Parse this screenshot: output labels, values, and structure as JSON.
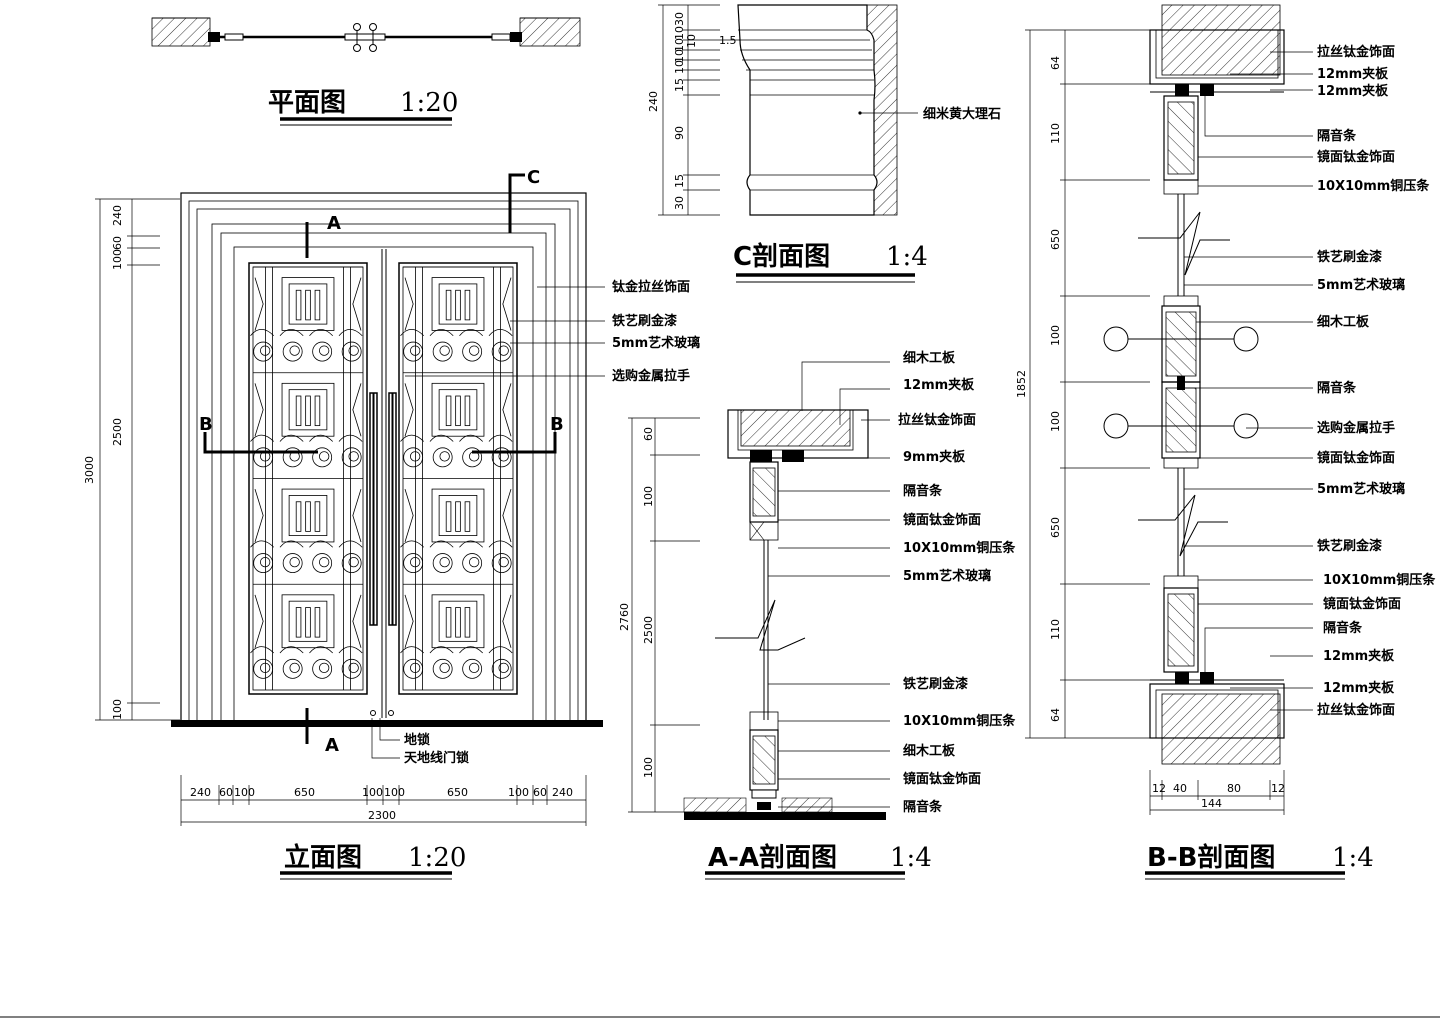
{
  "plan": {
    "title": "平面图",
    "scale": "1:20"
  },
  "elevation": {
    "title": "立面图",
    "scale": "1:20",
    "labels": [
      "钛金拉丝饰面",
      "铁艺刷金漆",
      "5mm艺术玻璃",
      "选购金属拉手",
      "地锁",
      "天地线门锁"
    ],
    "cut_marks": {
      "a": "A",
      "b": "B",
      "c": "C"
    },
    "dims_bottom": [
      "240",
      "60",
      "100",
      "650",
      "100",
      "100",
      "650",
      "100",
      "60",
      "240"
    ],
    "dim_total_width": "2300",
    "dims_left": [
      "240",
      "60",
      "100",
      "2500",
      "100"
    ],
    "dim_total_height": "3000"
  },
  "section_c": {
    "title": "C剖面图",
    "scale": "1:4",
    "labels": [
      "细米黄大理石"
    ],
    "dims": [
      "30",
      "10",
      "10",
      "10",
      "10",
      "10",
      "15",
      "90",
      "15",
      "30"
    ],
    "dim_small": "1.5",
    "dim_total": "240"
  },
  "section_aa": {
    "title": "A-A剖面图",
    "scale": "1:4",
    "labels": [
      "细木工板",
      "12mm夹板",
      "拉丝钛金饰面",
      "9mm夹板",
      "隔音条",
      "镜面钛金饰面",
      "10X10mm铜压条",
      "5mm艺术玻璃",
      "铁艺刷金漆",
      "10X10mm铜压条",
      "细木工板",
      "镜面钛金饰面",
      "隔音条"
    ],
    "dims": [
      "60",
      "100",
      "2500",
      "100"
    ],
    "dim_total": "2760"
  },
  "section_bb": {
    "title": "B-B剖面图",
    "scale": "1:4",
    "labels": [
      "拉丝钛金饰面",
      "12mm夹板",
      "12mm夹板",
      "隔音条",
      "镜面钛金饰面",
      "10X10mm铜压条",
      "铁艺刷金漆",
      "5mm艺术玻璃",
      "细木工板",
      "隔音条",
      "选购金属拉手",
      "镜面钛金饰面",
      "5mm艺术玻璃",
      "铁艺刷金漆",
      "10X10mm铜压条",
      "镜面钛金饰面",
      "隔音条",
      "12mm夹板",
      "12mm夹板",
      "拉丝钛金饰面"
    ],
    "dims_left": [
      "64",
      "110",
      "650",
      "100",
      "100",
      "650",
      "110",
      "64"
    ],
    "dim_total": "1852",
    "dims_bottom": [
      "12",
      "40",
      "80",
      "12"
    ],
    "dim_total_width": "144"
  }
}
